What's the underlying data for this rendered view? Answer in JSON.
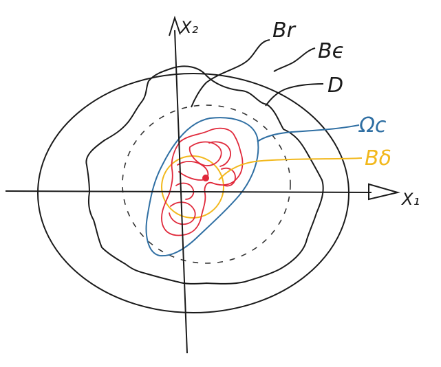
{
  "axes": {
    "x_label": "X₁",
    "y_label": "X₂"
  },
  "sets": {
    "br": {
      "label": "Br",
      "color": "#1a1a1a"
    },
    "be": {
      "label": "Bϵ",
      "color": "#1a1a1a"
    },
    "d": {
      "label": "D",
      "color": "#1a1a1a"
    },
    "omega_c": {
      "label": "Ωc",
      "color": "#2f6fa3"
    },
    "b_delta": {
      "label": "Bδ",
      "color": "#f2b81c"
    },
    "red_set": {
      "color": "#e0283a"
    },
    "point": {
      "color": "#e0283a"
    }
  },
  "colors": {
    "ink": "#1a1a1a",
    "background": "#ffffff"
  }
}
